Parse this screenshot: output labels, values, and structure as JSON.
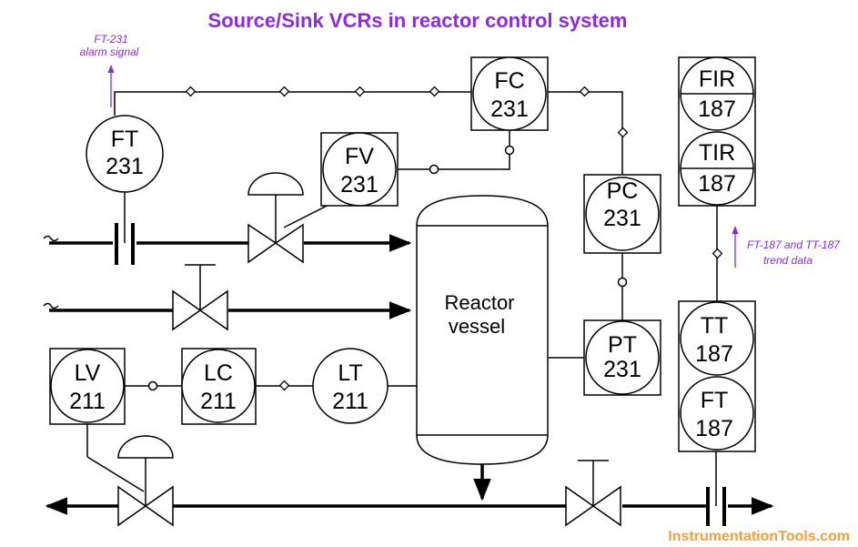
{
  "title": "Source/Sink VCRs in reactor control system",
  "colors": {
    "title": "#8a2be2",
    "note": "#8a2be2",
    "watermark": "#f4a03c",
    "line": "#000000"
  },
  "notes": {
    "alarm_line1": "FT-231",
    "alarm_line2": "alarm signal",
    "trend_line1": "FT-187 and TT-187",
    "trend_line2": "trend data"
  },
  "vessel": {
    "line1": "Reactor",
    "line2": "vessel"
  },
  "instruments": {
    "ft231": {
      "letters": "FT",
      "number": "231"
    },
    "fc231": {
      "letters": "FC",
      "number": "231"
    },
    "fv231": {
      "letters": "FV",
      "number": "231"
    },
    "pc231": {
      "letters": "PC",
      "number": "231"
    },
    "pt231": {
      "letters": "PT",
      "number": "231"
    },
    "fir187": {
      "letters": "FIR",
      "number": "187"
    },
    "tir187": {
      "letters": "TIR",
      "number": "187"
    },
    "tt187": {
      "letters": "TT",
      "number": "187"
    },
    "ft187": {
      "letters": "FT",
      "number": "187"
    },
    "lv211": {
      "letters": "LV",
      "number": "211"
    },
    "lc211": {
      "letters": "LC",
      "number": "211"
    },
    "lt211": {
      "letters": "LT",
      "number": "211"
    }
  },
  "watermark": "InstrumentationTools.com"
}
